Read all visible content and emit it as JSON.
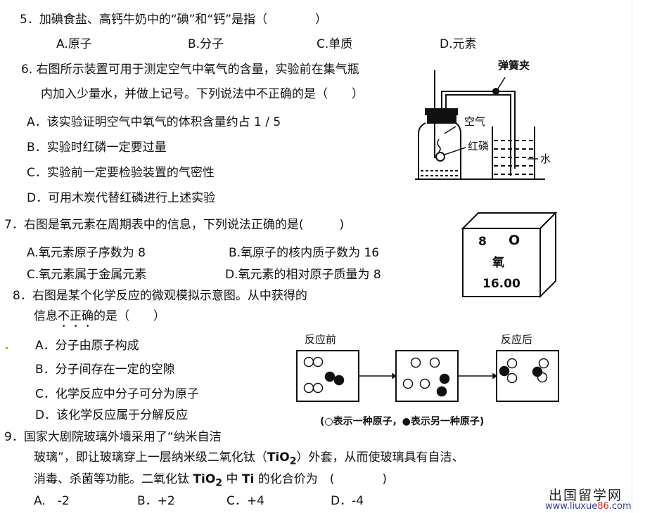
{
  "q5": {
    "stem": "5．加碘食盐、高钙牛奶中的“碘”和“钙”是指（　　　　）",
    "options": [
      "A.原子",
      "B.分子",
      "C.单质",
      "D.元素"
    ]
  },
  "q6": {
    "stem_line1": "6. 右图所示装置可用于测定空气中氧气的含量，实验前在集气瓶",
    "stem_line2": "内加入少量水，并做上记号。下列说法中不正确的是（　　）",
    "options": [
      "A．该实验证明空气中氧气的体积含量约占 1 / 5",
      "B．实验时红磷一定要过量",
      "C．实验前一定要检验装置的气密性",
      "D．可用木炭代替红磷进行上述实验"
    ],
    "figure_labels": {
      "clamp": "弹簧夹",
      "air": "空气",
      "phosphorus": "红磷",
      "water": "水"
    }
  },
  "q7": {
    "stem": "7．右图是氧元素在周期表中的信息，下列说法正确的是(　　　)",
    "options": [
      "A.氧元素原子序数为 8",
      "B.氧原子的核内质子数为 16",
      "C.氧元素属于金属元素",
      "D.氧元素的相对原子质量为 8"
    ],
    "element": {
      "number": "8",
      "symbol": "O",
      "name": "氧",
      "mass": "16.00"
    }
  },
  "q8": {
    "stem_line1": "8．右图是某个化学反应的微观模拟示意图。从中获得的",
    "stem_pre": "信息",
    "stem_emph": "不正确",
    "stem_post": "的是（　　）",
    "options": [
      "A．分子由原子构成",
      "B．分子间存在一定的空隙",
      "C．化学反应中分子可分为原子",
      "D．该化学反应属于分解反应"
    ],
    "figure": {
      "before": "反应前",
      "after": "反应后",
      "legend": "(○表示一种原子，●表示另一种原子)"
    }
  },
  "q9": {
    "stem_line1": "9．国家大剧院玻璃外墙采用了“纳米自洁",
    "stem_line2_a": "玻璃”，即让玻璃穿上一层纳米级二氧化钛（",
    "formula_main": "TiO",
    "formula_sub": "2",
    "stem_line2_b": "）外套，从而使玻璃具有自洁、",
    "stem_line3_a": "消毒、杀菌等功能。二氧化钛 ",
    "stem_line3_b": " 中 ",
    "ti": "Ti",
    "stem_line3_c": " 的化合价为　(　　　　)",
    "options": [
      "A.　-2",
      "B．+2",
      "C．+4",
      "D．-4"
    ]
  },
  "watermark": {
    "title": "出国留学网",
    "url_pre": "www.liuxue",
    "url_num": "86",
    "url_post": ".com"
  }
}
